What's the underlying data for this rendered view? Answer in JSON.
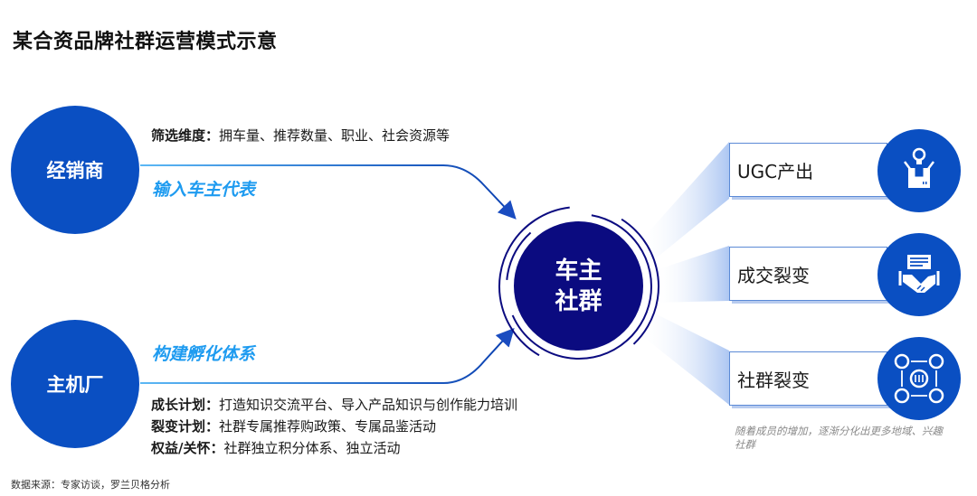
{
  "title": "某合资品牌社群运营模式示意",
  "source": "数据来源：专家访谈，罗兰贝格分析",
  "colors": {
    "node_blue": "#0a4fc2",
    "hub_navy": "#0b0b80",
    "tag_cyan": "#1e9bf0",
    "card_border": "#5b8ad6"
  },
  "inputs": [
    {
      "label": "经销商",
      "tag": "输入车主代表",
      "details": [
        {
          "key": "筛选维度：",
          "value": "拥车量、推荐数量、职业、社会资源等"
        }
      ]
    },
    {
      "label": "主机厂",
      "tag": "构建孵化体系",
      "details": [
        {
          "key": "成长计划：",
          "value": "打造知识交流平台、导入产品知识与创作能力培训"
        },
        {
          "key": "裂变计划：",
          "value": "社群专属推荐购政策、专属品鉴活动"
        },
        {
          "key": "权益/关怀：",
          "value": "社群独立积分体系、独立活动"
        }
      ]
    }
  ],
  "hub": {
    "line1": "车主",
    "line2": "社群"
  },
  "outputs": [
    {
      "label": "UGC产出",
      "icon": "idea-box-icon"
    },
    {
      "label": "成交裂变",
      "icon": "handshake-icon"
    },
    {
      "label": "社群裂变",
      "icon": "network-people-icon"
    }
  ],
  "note": "随着成员的增加，逐渐分化出更多地域、兴趣社群"
}
